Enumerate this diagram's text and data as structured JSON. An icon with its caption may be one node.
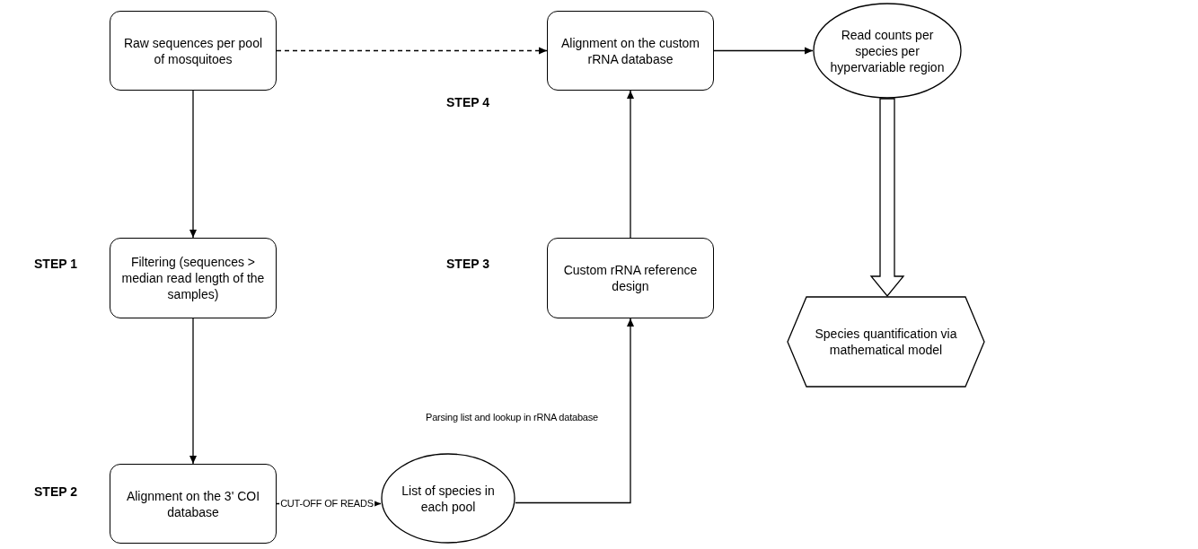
{
  "diagram": {
    "nodes": [
      {
        "text": [
          "Raw sequences per pool of mosquitoes"
        ]
      },
      {
        "text": [
          "Filtering (sequences > median read length of the samples)"
        ]
      },
      {
        "text": [
          "Alignment on the 3' COI database"
        ]
      },
      {
        "text": [
          "List of species in each pool"
        ]
      },
      {
        "text": [
          "Custom rRNA reference design"
        ]
      },
      {
        "text": [
          "Alignment on the custom rRNA database"
        ]
      },
      {
        "text": [
          "Read counts per species per hypervariable region"
        ]
      },
      {
        "text": [
          "Species quantification via mathematical model"
        ]
      }
    ],
    "edges": [
      {
        "from": 0,
        "to": 1,
        "arrow": "to"
      },
      {
        "from": 1,
        "to": 2,
        "arrow": "to"
      },
      {
        "from": 2,
        "to": 3,
        "arrow": "to",
        "label": "CUT-OFF OF READS"
      },
      {
        "from": 3,
        "to": 4,
        "arrow": "to",
        "label": "Parsing list and lookup in rRNA database"
      },
      {
        "from": 4,
        "to": 5,
        "arrow": "to"
      },
      {
        "from": 0,
        "to": 5,
        "arrow": "to",
        "style": "dashed"
      },
      {
        "from": 5,
        "to": 6,
        "arrow": "to"
      },
      {
        "from": 6,
        "to": 7,
        "arrow": "to",
        "style": "thick"
      }
    ],
    "labels": [
      "STEP 4",
      "STEP 1",
      "STEP 3",
      "STEP 2"
    ]
  }
}
